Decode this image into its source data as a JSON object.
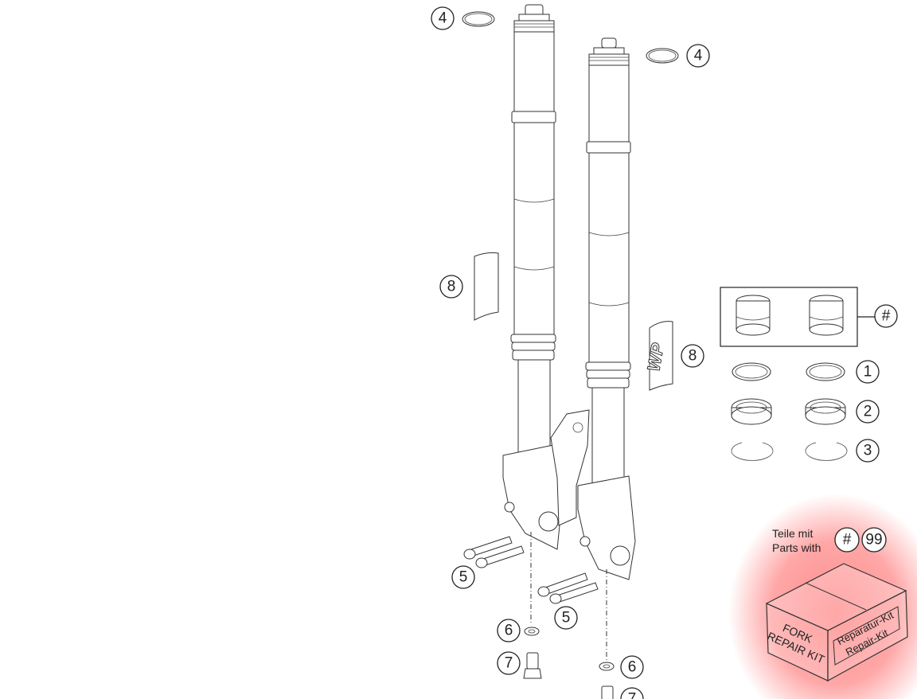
{
  "callouts": {
    "c4_left": "4",
    "c4_right": "4",
    "c8_left": "8",
    "c8_right": "8",
    "c_hash": "#",
    "c1": "1",
    "c2": "2",
    "c3": "3",
    "c5_left": "5",
    "c5_right": "5",
    "c6_left": "6",
    "c6_right": "6",
    "c7_left": "7",
    "c7_right": "7"
  },
  "legend": {
    "line1": "Teile mit",
    "line2": "Parts with",
    "badge_hash": "#",
    "badge_99": "99"
  },
  "kit_box": {
    "front_line1": "FORK",
    "front_line2": "REPAIR KIT",
    "side_line1": "Reparatur-Kit",
    "side_line2": "Repair-Kit"
  },
  "decal_text": "WP",
  "colors": {
    "highlight": "#ff3b3b",
    "line": "#333333"
  }
}
